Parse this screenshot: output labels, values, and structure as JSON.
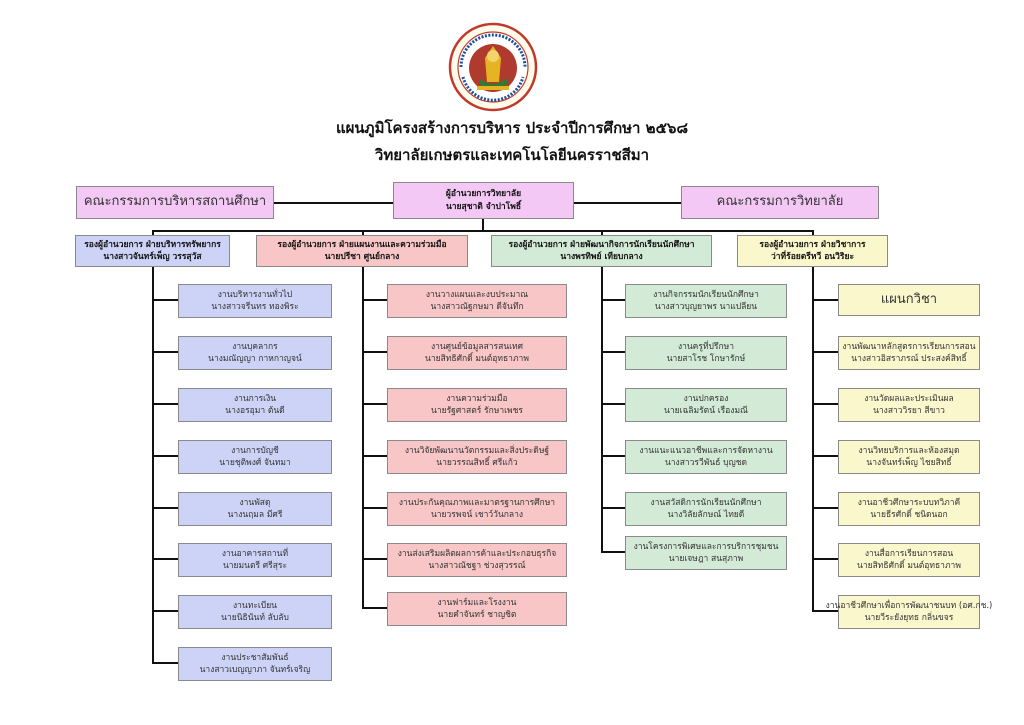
{
  "header": {
    "title": "แผนภูมิโครงสร้างการบริหาร ประจำปีการศึกษา ๒๕๖๘",
    "subtitle": "วิทยาลัยเกษตรและเทคโนโลยีนครราชสีมา"
  },
  "colors": {
    "purple": "#cdd3f7",
    "red": "#f8c6c6",
    "green": "#d3ead7",
    "yellow": "#fbf7cd",
    "pink": "#f4c8f4",
    "lines": "#111111"
  },
  "top": {
    "left_committee": "คณะกรรมการบริหารสถานศึกษา",
    "director_title": "ผู้อำนวยการวิทยาลัย",
    "director_name": "นายสุชาติ จำปาโพธิ์",
    "right_committee": "คณะกรรมการวิทยาลัย"
  },
  "divisions": [
    {
      "head_title": "รองผู้อำนวยการ ฝ่ายบริหารทรัพยากร",
      "head_name": "นางสาวจันทร์เพ็ญ วรรสุวัส",
      "units": [
        {
          "name": "งานบริหารงานทั่วไป",
          "person": "นางสาวจรีนทร ทองพิระ"
        },
        {
          "name": "งานบุคลากร",
          "person": "นางมณัญญา กาหกาญจน์"
        },
        {
          "name": "งานการเงิน",
          "person": "นางอรอุมา ต้นดี"
        },
        {
          "name": "งานการบัญชี",
          "person": "นายชุติพงศ์ จันทมา"
        },
        {
          "name": "งานพัสดุ",
          "person": "นางนฤมล มีศรี"
        },
        {
          "name": "งานอาคารสถานที่",
          "person": "นายมนตรี ศรีสุระ"
        },
        {
          "name": "งานทะเบียน",
          "person": "นายนิธินันท์ ลับลับ"
        },
        {
          "name": "งานประชาสัมพันธ์",
          "person": "นางสาวเบญญาภา จันทร์เจริญ"
        }
      ]
    },
    {
      "head_title": "รองผู้อำนวยการ ฝ่ายแผนงานและความร่วมมือ",
      "head_name": "นายปรีชา ศูนย์กลาง",
      "units": [
        {
          "name": "งานวางแผนและงบประมาณ",
          "person": "นางสาวณัฐกษมา ดีจันทึก"
        },
        {
          "name": "งานศูนย์ข้อมูลสารสนเทศ",
          "person": "นายสิทธิศักดิ์ มนต์อุทธาภาพ"
        },
        {
          "name": "งานความร่วมมือ",
          "person": "นายรัฐศาสตร์ รักษาเพชร"
        },
        {
          "name": "งานวิจัยพัฒนานวัตกรรมและสิ่งประดิษฐ์",
          "person": "นายวรรณสิทธิ์ ศรีแก้ว"
        },
        {
          "name": "งานประกันคุณภาพและมาตรฐานการศึกษา",
          "person": "นายวรพจน์ เชาว์วันกลาง"
        },
        {
          "name": "งานส่งเสริมผลิตผลการค้าและประกอบธุรกิจ",
          "person": "นางสาวณัชฐา ช่วงสุวรรณ์"
        },
        {
          "name": "งานฟาร์มและโรงงาน",
          "person": "นายคำจันทร์ ชาญชิต"
        }
      ]
    },
    {
      "head_title": "รองผู้อำนวยการ ฝ่ายพัฒนากิจการนักเรียนนักศึกษา",
      "head_name": "นางพรทิพย์ เทียบกลาง",
      "units": [
        {
          "name": "งานกิจกรรมนักเรียนนักศึกษา",
          "person": "นางสาวบุญยาพร นาแปลียน"
        },
        {
          "name": "งานครูที่ปรึกษา",
          "person": "นายสาโรช โกษารักษ์"
        },
        {
          "name": "งานปกครอง",
          "person": "นายเฉลิมรัตน์ เรืองมณี"
        },
        {
          "name": "งานแนะแนวอาชีพและการจัดหางาน",
          "person": "นางสาวรวีพันธ์ บุญชด"
        },
        {
          "name": "งานสวัสดิการนักเรียนนักศึกษา",
          "person": "นางวิลัยลักษณ์ ไทยดี"
        },
        {
          "name": "งานโครงการพิเศษและการบริการชุมชน",
          "person": "นายเจษฎา สนสุภาพ"
        }
      ]
    },
    {
      "head_title": "รองผู้อำนวยการ ฝ่ายวิชาการ",
      "head_name": "ว่าที่ร้อยตรีหวี อนวิริยะ",
      "department": "แผนกวิชา",
      "units": [
        {
          "name": "งานพัฒนาหลักสูตรการเรียนการสอน",
          "person": "นางสาวอิสราภรณ์ ประสงค์สิทธิ์"
        },
        {
          "name": "งานวัดผลและประเมินผล",
          "person": "นางสาววิรยา สีขาว"
        },
        {
          "name": "งานวิทยบริการและห้องสมุด",
          "person": "นางจันทร์เพ็ญ ไชยสิทธิ์"
        },
        {
          "name": "งานอาชีวศึกษาระบบทวิภาคี",
          "person": "นายธีรศักดิ์ ชนิดนอก"
        },
        {
          "name": "งานสื่อการเรียนการสอน",
          "person": "นายสิทธิศักดิ์ มนต์อุทธาภาพ"
        },
        {
          "name": "งานอาชีวศึกษาเพื่อการพัฒนาชนบท (อศ.กช.)",
          "person": "นายวีระยังยุทธ กลิ่นขจร"
        }
      ]
    }
  ]
}
